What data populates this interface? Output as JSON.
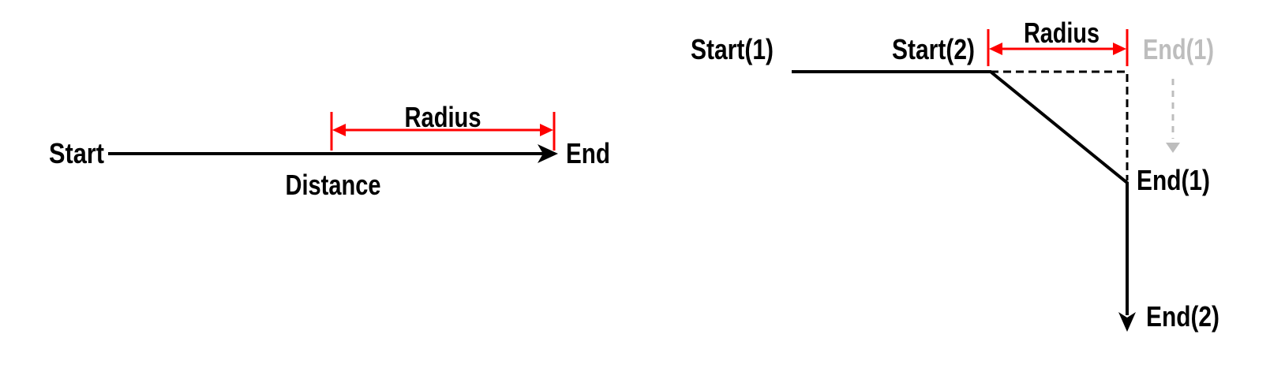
{
  "figure": {
    "description_left": "straight path: distance with radius at end",
    "description_right": "bent path: radius shortens first segment before turn"
  },
  "colors": {
    "ink": "#000000",
    "accent_red": "#ff0000",
    "muted_gray": "#bdbdbd",
    "background": "#ffffff"
  },
  "left_diagram": {
    "start_label": "Start",
    "end_label": "End",
    "radius_label": "Radius",
    "distance_label": "Distance"
  },
  "right_diagram": {
    "start1_label": "Start(1)",
    "start2_label": "Start(2)",
    "radius_label": "Radius",
    "end1_ghost_label": "End(1)",
    "end1_label": "End(1)",
    "end2_label": "End(2)"
  }
}
